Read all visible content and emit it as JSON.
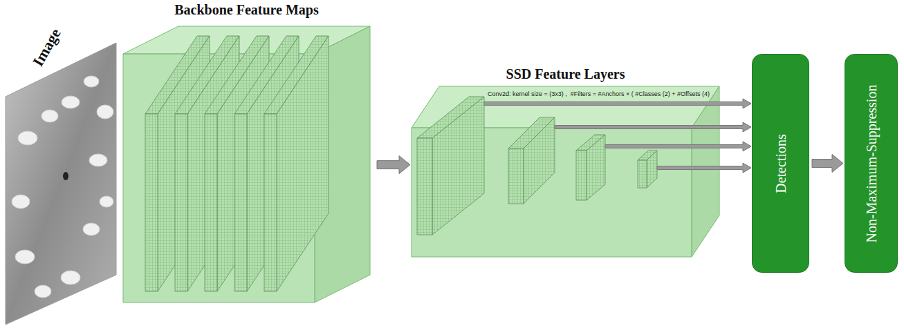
{
  "diagram": {
    "nodes": [
      {
        "text": [
          "Backbone Feature Maps"
        ]
      },
      {
        "text": [
          "SSD Feature Layers",
          "Conv2d: kernel size = (3x3) ,  #Filters = #Anchors × ( #Classes (2) + #Offsets (4)"
        ]
      },
      {
        "text": [
          "Detections"
        ]
      },
      {
        "text": [
          "Non-Maximum-Suppression"
        ]
      }
    ],
    "edges": [
      {
        "from": 0,
        "to": 1,
        "arrow": "to"
      },
      {
        "from": 1,
        "to": 2,
        "arrow": "to"
      },
      {
        "from": 1,
        "to": 2,
        "arrow": "to"
      },
      {
        "from": 1,
        "to": 2,
        "arrow": "to"
      },
      {
        "from": 1,
        "to": 2,
        "arrow": "to"
      },
      {
        "from": 2,
        "to": 3,
        "arrow": "to"
      }
    ],
    "labels": [
      "Image"
    ]
  }
}
